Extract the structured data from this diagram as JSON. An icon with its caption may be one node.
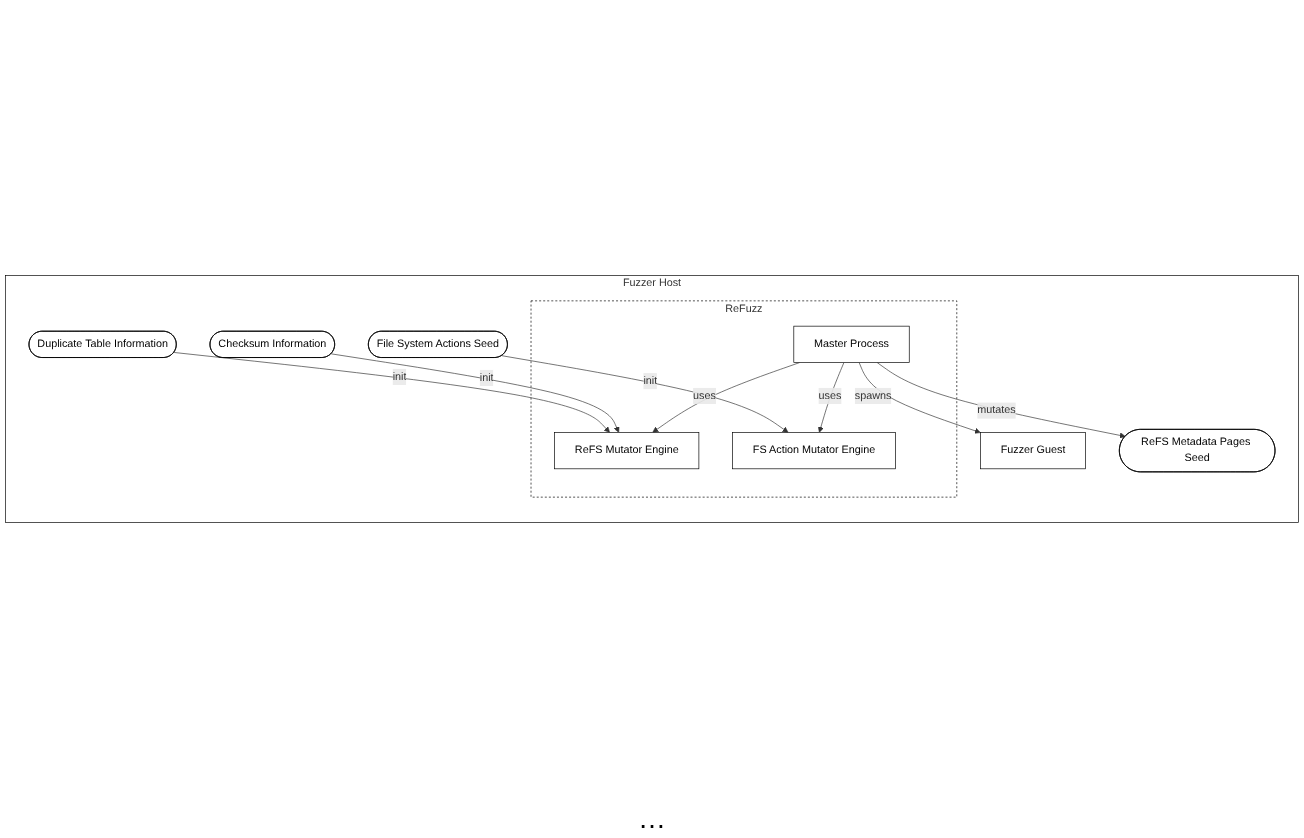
{
  "diagram": {
    "nodes": [
      {
        "text": [
          "Fuzzer Host"
        ]
      },
      {
        "text": [
          "ReFuzz"
        ],
        "in": 0
      },
      {
        "text": [
          "Master Process"
        ],
        "in": 1
      },
      {
        "text": [
          "ReFS Mutator Engine"
        ],
        "in": 1
      },
      {
        "text": [
          "FS Action Mutator Engine"
        ],
        "in": 1
      },
      {
        "text": [
          "Fuzzer Guest"
        ],
        "in": 0
      },
      {
        "text": [
          "ReFS Metadata Pages Seed"
        ],
        "in": 0
      },
      {
        "text": [
          "Checksum Information"
        ],
        "in": 0
      },
      {
        "text": [
          "Duplicate Table Information"
        ],
        "in": 0
      },
      {
        "text": [
          "File System Actions Seed"
        ],
        "in": 0
      }
    ],
    "edges": [
      {
        "from": 2,
        "to": 5,
        "label": "spawns",
        "arrow": "to"
      },
      {
        "from": 2,
        "to": 6,
        "label": "mutates",
        "arrow": "to"
      },
      {
        "from": 2,
        "to": 3,
        "label": "uses",
        "arrow": "to"
      },
      {
        "from": 2,
        "to": 4,
        "label": "uses",
        "arrow": "to"
      },
      {
        "from": 7,
        "to": 3,
        "label": "init",
        "arrow": "to"
      },
      {
        "from": 8,
        "to": 3,
        "label": "init",
        "arrow": "to"
      },
      {
        "from": 9,
        "to": 4,
        "label": "init",
        "arrow": "to"
      }
    ],
    "labels": [
      "…"
    ]
  }
}
